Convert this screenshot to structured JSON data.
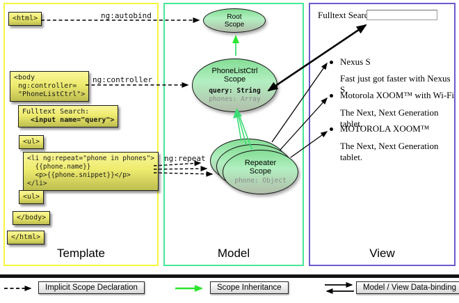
{
  "panels": {
    "template": {
      "label": "Template",
      "border_color": "#f6f63c"
    },
    "model": {
      "label": "Model",
      "border_color": "#45e897"
    },
    "view": {
      "label": "View",
      "border_color": "#6a5acd"
    }
  },
  "template": {
    "boxes": {
      "html_open": "<html>",
      "body_open": "<body\n ng:controller=\n \"PhoneListCtrl\">",
      "fulltext_label": "Fulltext Search:",
      "fulltext_input": "  <input name=\"query\">",
      "ul_open": "<ul>",
      "li_repeat": "<li ng:repeat=\"phone in phones\">\n  {{phone.name}}\n  <p>{{phone.snippet}}</p>\n</li>",
      "ul_close": "<ul>",
      "body_close": "</body>",
      "html_close": "</html>"
    },
    "arrow_labels": {
      "autobind": "ng:autobind",
      "controller": "ng:controller",
      "repeat": "ng:repeat"
    }
  },
  "model": {
    "root_scope": {
      "title": "Root\nScope"
    },
    "phonelist_scope": {
      "title": "PhoneListCtrl\nScope",
      "prop1": "query: String",
      "prop2": "phones: Array"
    },
    "repeater_scope": {
      "title": "Repeater\nScope",
      "prop1": "phone: Object"
    }
  },
  "view": {
    "search_label": "Fulltext Search:",
    "search_value": "",
    "items": [
      {
        "title": "Nexus S",
        "snippet": "Fast just got faster with Nexus S."
      },
      {
        "title": "Motorola XOOM™ with Wi-Fi",
        "snippet": "The Next, Next Generation tablet."
      },
      {
        "title": "MOTOROLA XOOM™",
        "snippet": "The Next, Next Generation tablet."
      }
    ]
  },
  "legend": {
    "implicit": "Implicit Scope Declaration",
    "inheritance": "Scope Inheritance",
    "databinding": "Model / View Data-binding"
  },
  "colors": {
    "template_border": "#f6f63c",
    "model_border": "#45e897",
    "view_border": "#6a5acd",
    "code_box_top": "#f9f69a",
    "code_box_bottom": "#bebe50",
    "scope_fill_top": "#84dd95",
    "scope_fill_bottom": "#b2bdab",
    "scope_arrow_green": "#3bdc74",
    "legend_arrow_green": "#2ce62c"
  }
}
